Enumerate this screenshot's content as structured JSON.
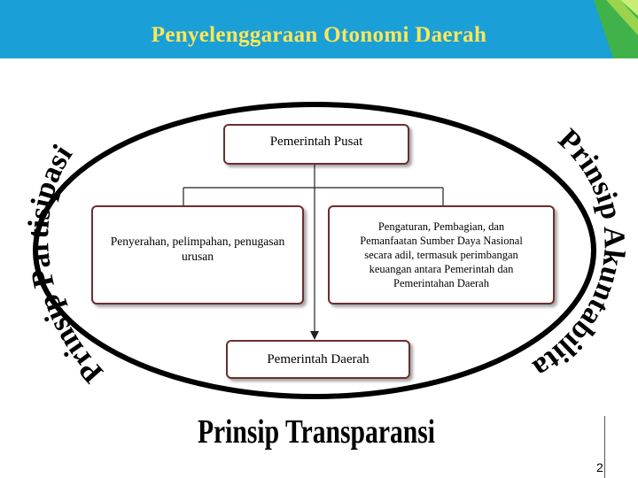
{
  "slide": {
    "title": "Penyelenggaraan Otonomi Daerah",
    "page_number": "2"
  },
  "diagram": {
    "top_box": "Pemerintah Pusat",
    "left_box": "Penyerahan, pelimpahan, penugasan urusan",
    "right_box_lines": [
      "Pengaturan, Pembagian, dan",
      "Pemanfaatan Sumber Daya Nasional",
      "secara adil, termasuk perimbangan",
      "keuangan antara Pemerintah dan",
      "Pemerintahan Daerah"
    ],
    "bottom_box": "Pemerintah Daerah",
    "left_arc_label": "Prinsip Partisipasi",
    "right_arc_label": "Prinsip Akuntabilitas",
    "bottom_label": "Prinsip Transparansi"
  },
  "colors": {
    "header": "#1aa0d6",
    "title": "#fde65a",
    "box_border": "#6b2e2e",
    "ellipse": "#000000"
  }
}
